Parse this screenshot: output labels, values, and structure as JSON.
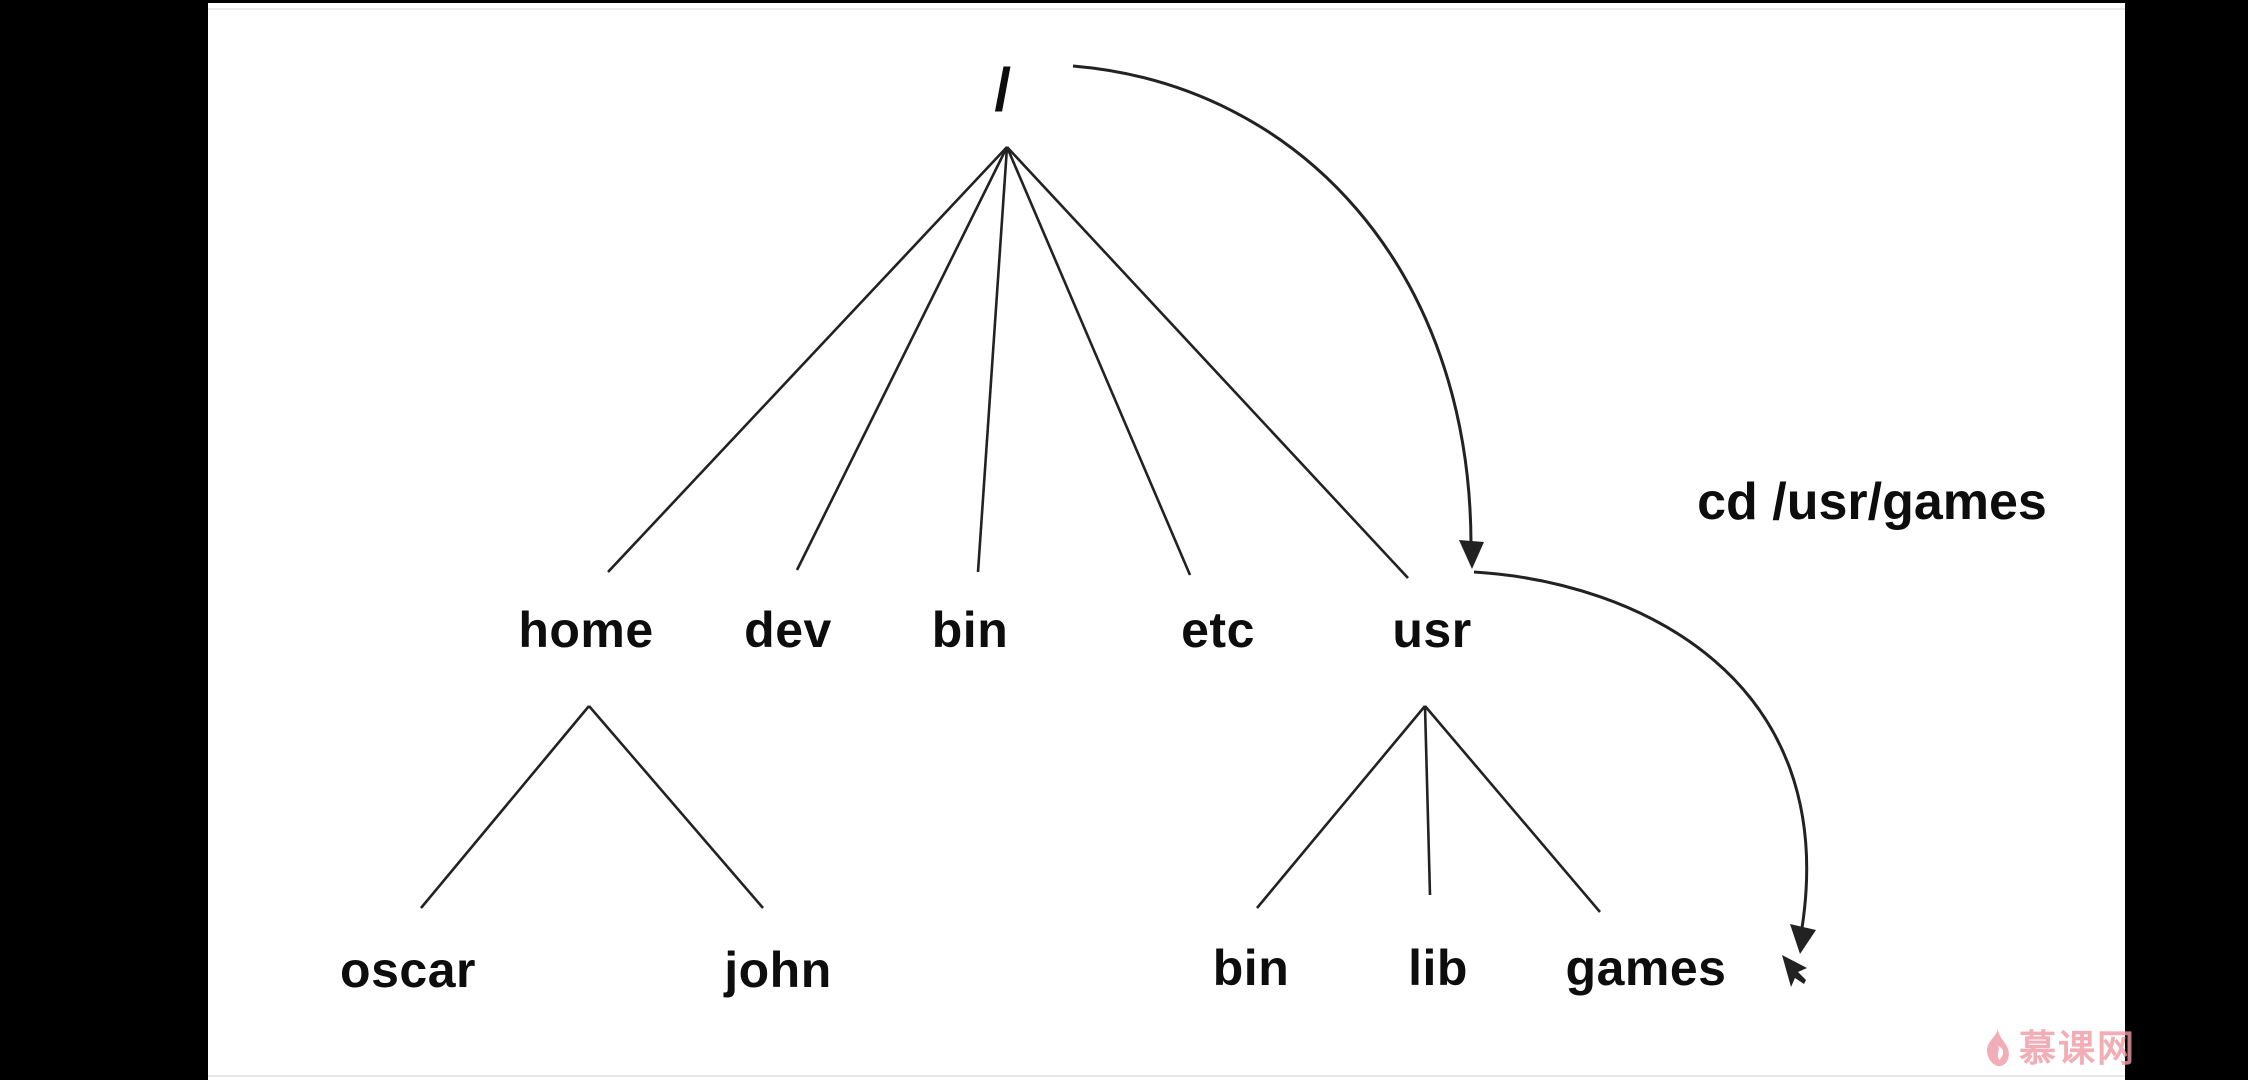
{
  "colors": {
    "frame-bg": "#000000",
    "canvas-bg": "#ffffff",
    "ink": "#222222",
    "text": "#0d0d0d",
    "watermark": "#ef9ba4",
    "hairline": "#e9e9e9"
  },
  "tree": {
    "root": {
      "label": "/"
    },
    "level1": [
      {
        "label": "home"
      },
      {
        "label": "dev"
      },
      {
        "label": "bin"
      },
      {
        "label": "etc"
      },
      {
        "label": "usr"
      }
    ],
    "home_children": [
      {
        "label": "oscar"
      },
      {
        "label": "john"
      }
    ],
    "usr_children": [
      {
        "label": "bin"
      },
      {
        "label": "lib"
      },
      {
        "label": "games"
      }
    ]
  },
  "annotation": {
    "command": "cd /usr/games"
  },
  "watermark": {
    "text": "慕课网",
    "icon": "flame-icon"
  }
}
